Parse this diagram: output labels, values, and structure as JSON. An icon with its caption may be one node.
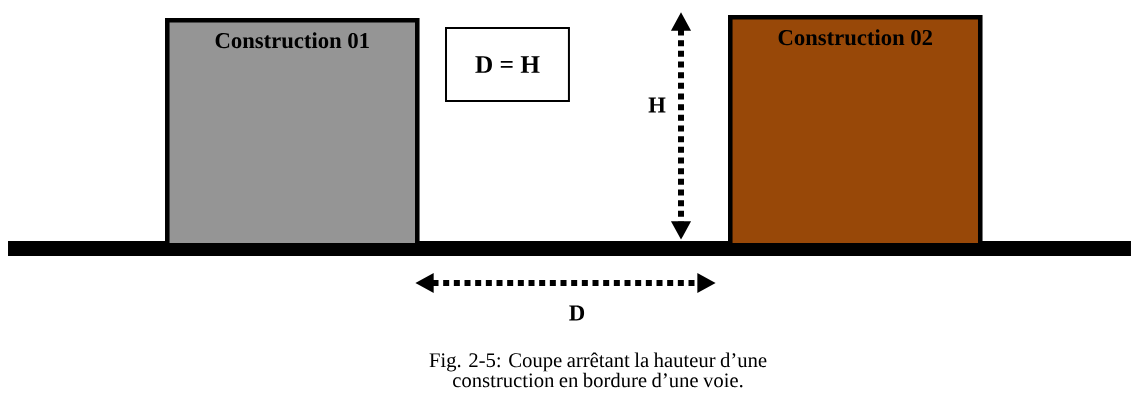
{
  "diagram": {
    "caption": "Fig. 2-5: Coupe arrêtant la hauteur d’une construction en bordure d’une voie.",
    "nodes": [
      {
        "text": [
          "Construction 01"
        ]
      },
      {
        "text": [
          "D = H"
        ]
      },
      {
        "text": [
          "Construction 02"
        ]
      }
    ],
    "labels": [
      "H",
      "D"
    ]
  }
}
